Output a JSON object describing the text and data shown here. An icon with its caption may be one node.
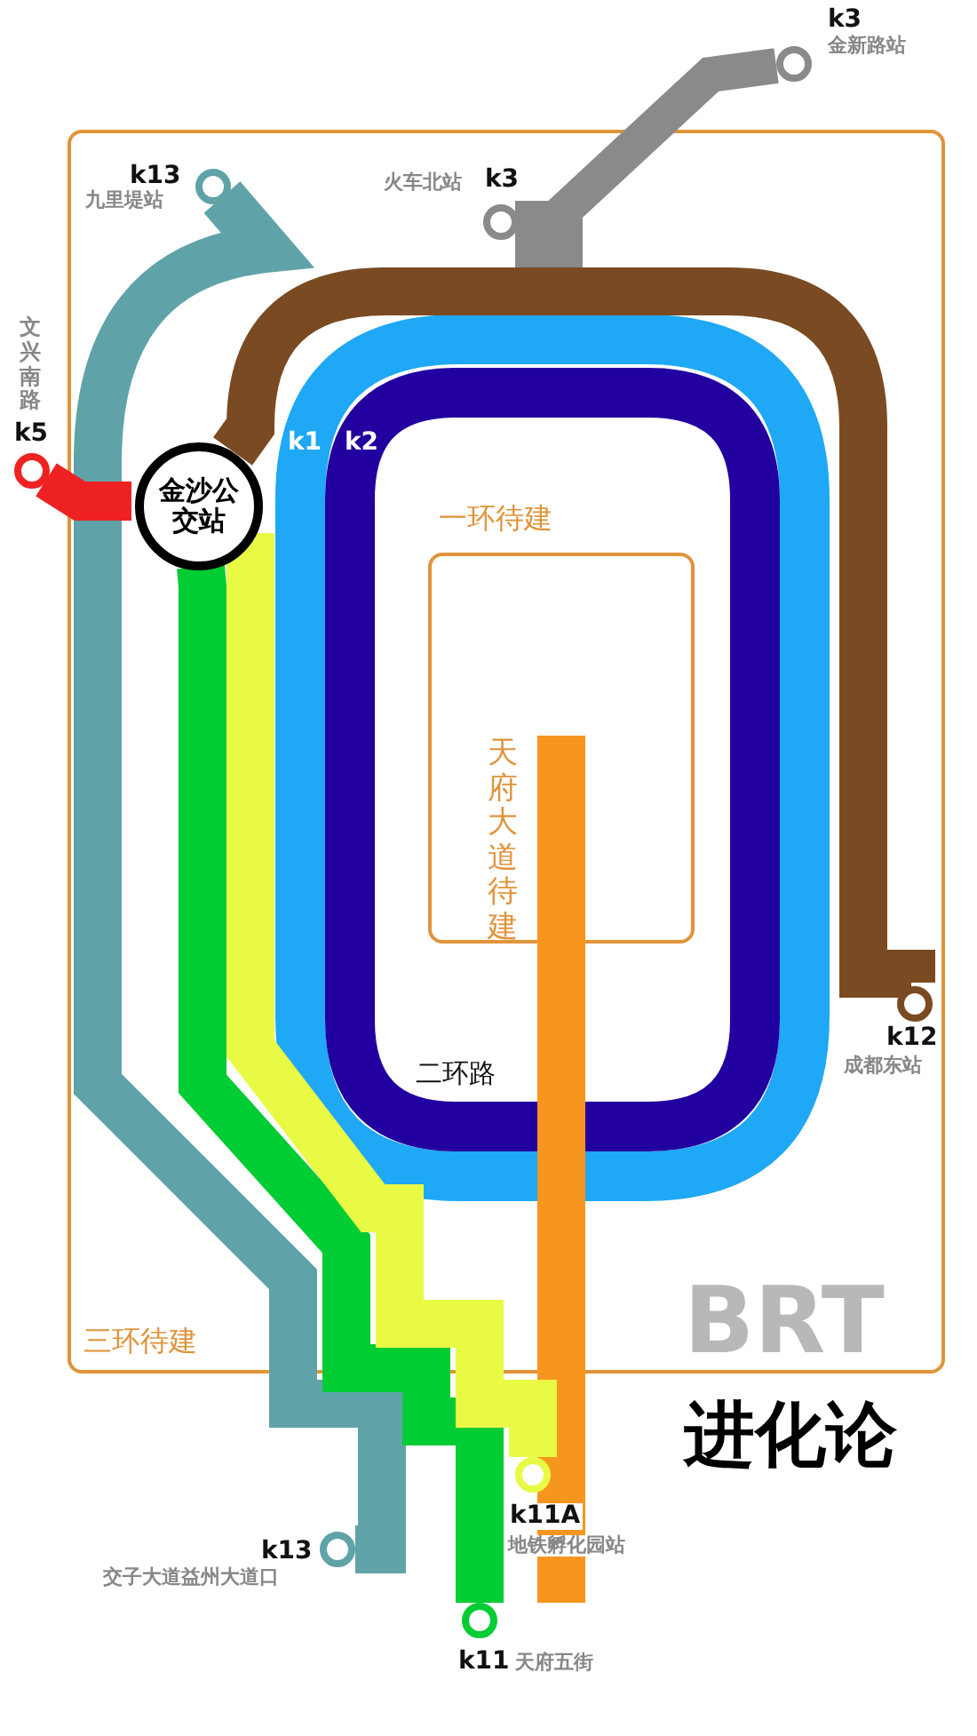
{
  "diagram": {
    "nodes": [
      {
        "text": [
          "三环待建"
        ]
      },
      {
        "text": [
          "一环待建"
        ],
        "in": 0
      },
      {
        "text": [
          "金沙公交站"
        ],
        "in": 0
      },
      {
        "text": [],
        "shape": "circle",
        "beside": [
          "k3",
          "金新路站"
        ]
      },
      {
        "text": [],
        "shape": "circle",
        "in": 0,
        "beside": [
          "k13",
          "九里堤站"
        ]
      },
      {
        "text": [],
        "shape": "circle",
        "in": 0,
        "beside": [
          "火车北站",
          "k3"
        ]
      },
      {
        "text": [],
        "shape": "circle",
        "beside": [
          "文兴南路",
          "k5"
        ]
      },
      {
        "text": [],
        "shape": "circle",
        "in": 0,
        "beside": [
          "k12",
          "成都东站"
        ]
      },
      {
        "text": [],
        "shape": "circle",
        "beside": [
          "k13",
          "交子大道益州大道口"
        ]
      },
      {
        "text": [],
        "shape": "circle",
        "beside": [
          "k11A",
          "地铁孵化园站"
        ]
      },
      {
        "text": [],
        "shape": "circle",
        "beside": [
          "k11",
          "天府五街"
        ]
      }
    ],
    "edges": [
      {
        "from": 3,
        "to": 5,
        "arrow": "none",
        "color": "#8a8a8a"
      },
      {
        "from": 4,
        "to": 8,
        "arrow": "none",
        "color": "#5fa3a8"
      },
      {
        "from": 6,
        "to": 2,
        "arrow": "none",
        "color": "#ee2222"
      },
      {
        "from": 2,
        "to": 7,
        "arrow": "none",
        "color": "#7a4b22"
      },
      {
        "from": 2,
        "to": 10,
        "arrow": "none",
        "color": "#00cc33"
      },
      {
        "from": 2,
        "to": 9,
        "arrow": "none",
        "color": "#e8fa44"
      }
    ],
    "labels": [
      "k1",
      "k2",
      "天府大道待建",
      "二环路",
      "BRT",
      "进化论"
    ]
  }
}
